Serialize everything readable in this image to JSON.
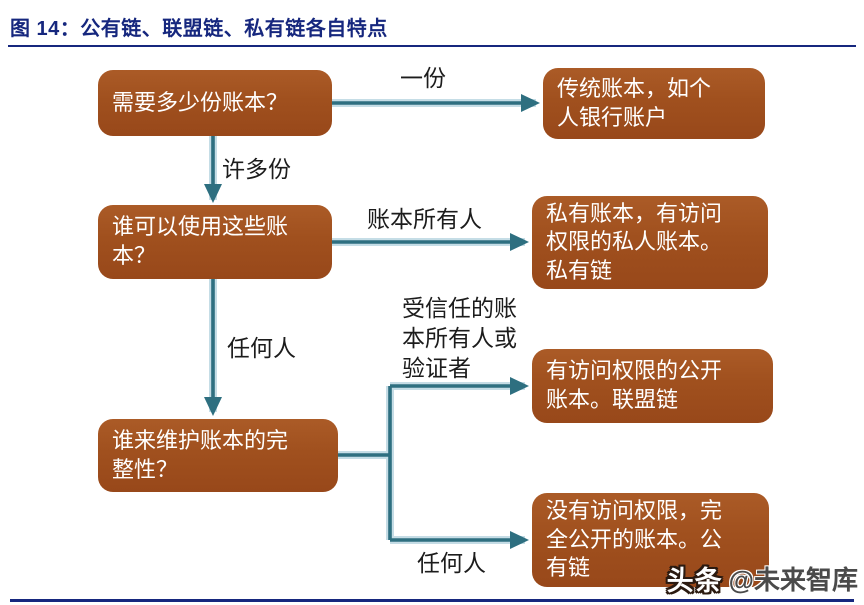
{
  "title": {
    "label": "图 14：公有链、联盟链、私有链各自特点"
  },
  "colors": {
    "title_navy": "#16277E",
    "box_brown": "#A0501E",
    "arrow_teal": "#2E6F80",
    "arrow_glow": "#BFD9E3"
  },
  "flowchart": {
    "questions": {
      "q1": "需要多少份账本？",
      "q2": "谁可以使用这些账\n本？",
      "q3": "谁来维护账本的完\n整性？"
    },
    "outcomes": {
      "r1": "传统账本，如个\n人银行账户",
      "r2": "私有账本，有访问\n权限的私人账本。\n私有链",
      "r3": "有访问权限的公开\n账本。联盟链",
      "r4": "没有访问权限，完\n全公开的账本。公\n有链"
    },
    "edge_labels": {
      "one_copy": "一份",
      "many_copies": "许多份",
      "ledger_owner": "账本所有人",
      "anyone_down": "任何人",
      "trusted_owners": "受信任的账\n本所有人或\n验证者",
      "anyone_bottom": "任何人"
    }
  },
  "watermark": {
    "brand": "头条",
    "handle": "@未来智库"
  }
}
